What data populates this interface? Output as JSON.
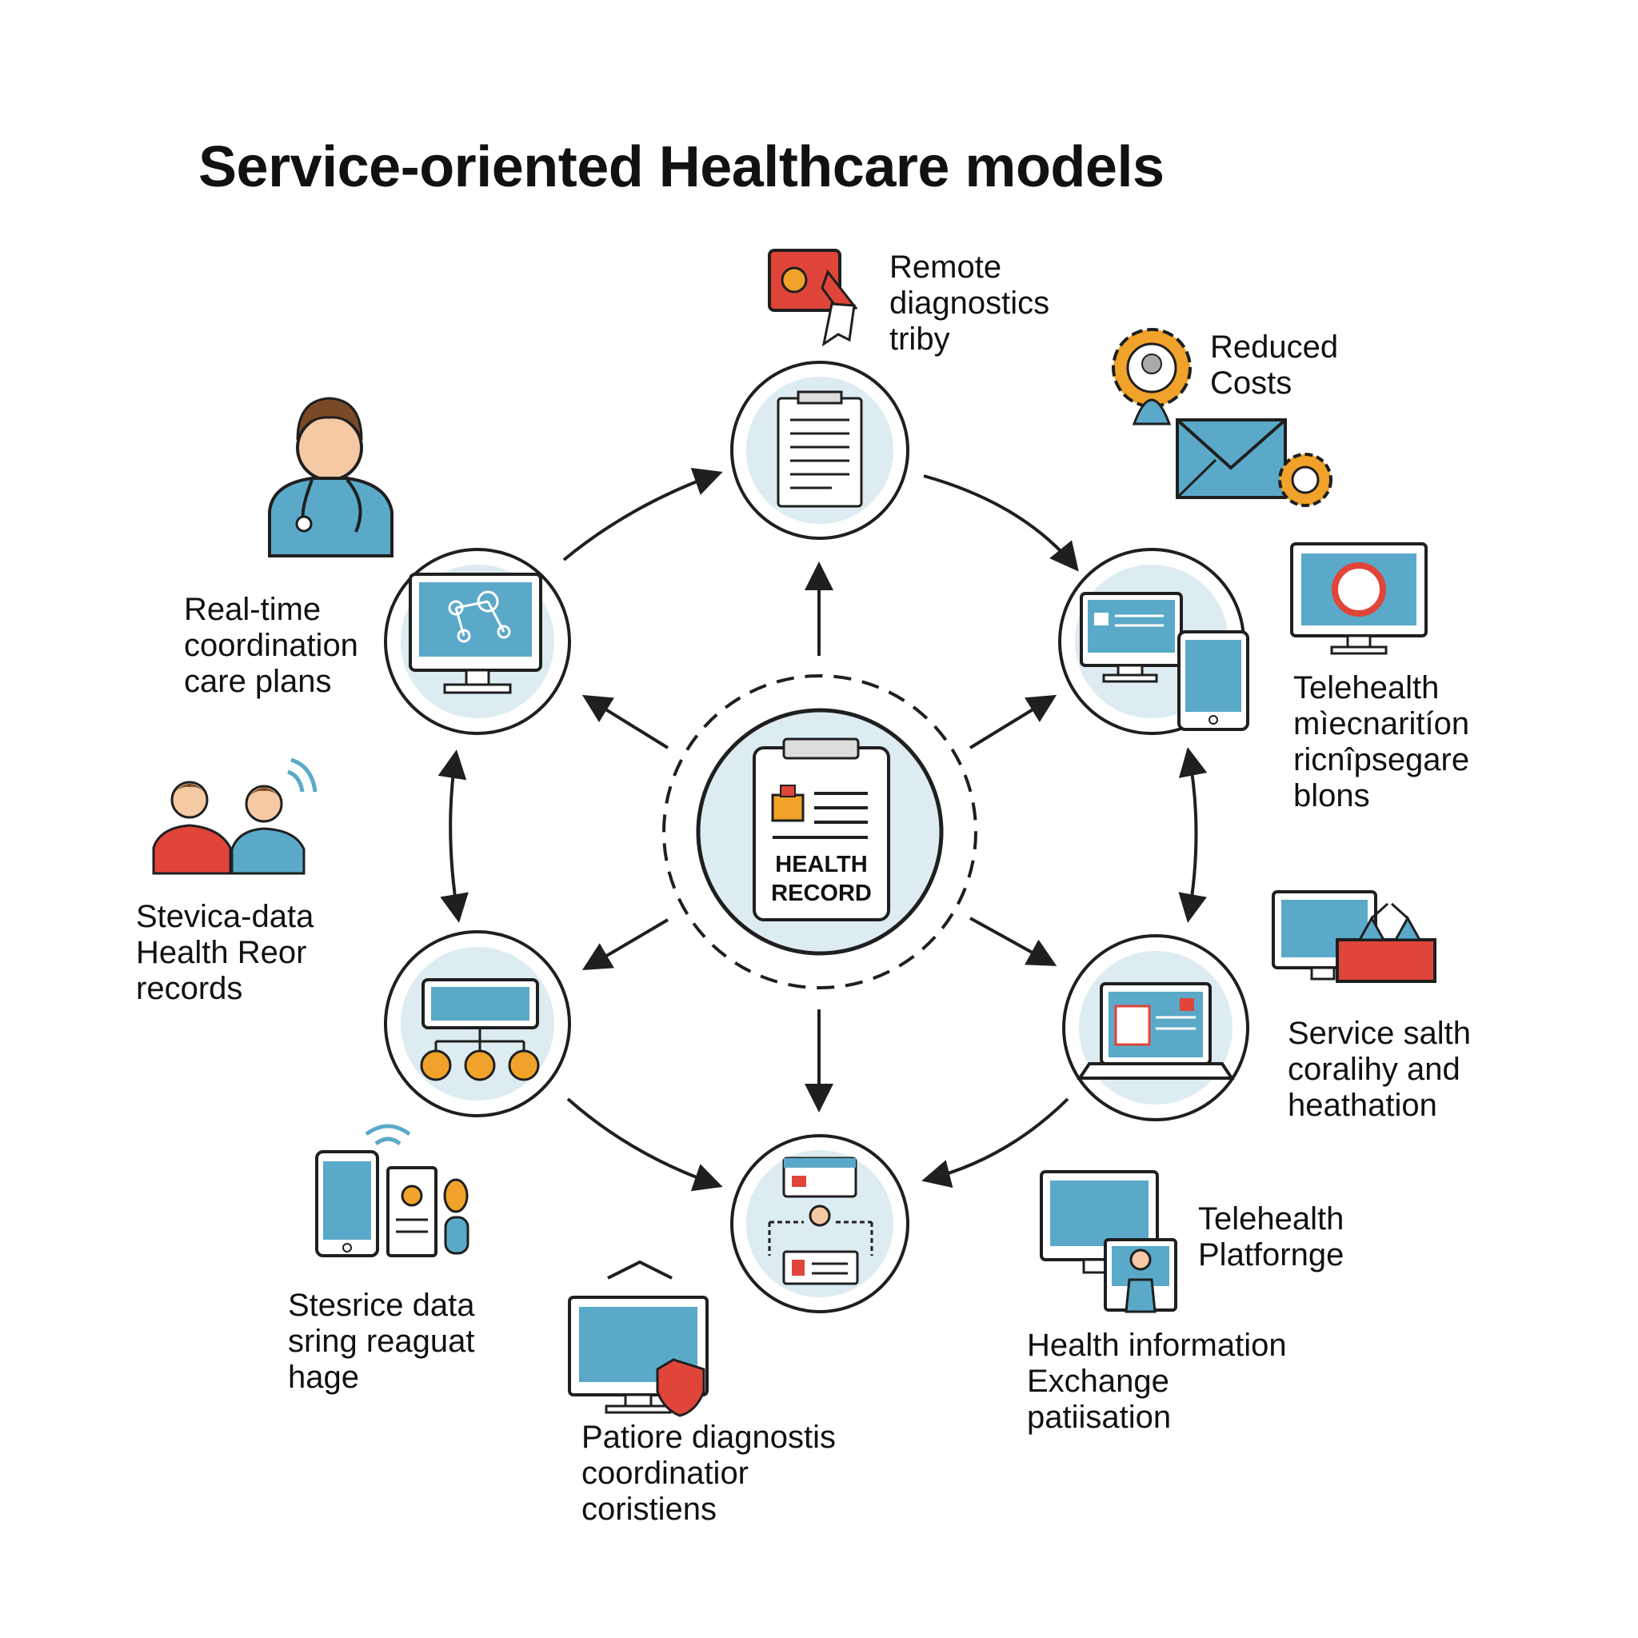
{
  "title": "Service-oriented Healthcare models",
  "center": {
    "line1": "HEALTH",
    "line2": "RECORD"
  },
  "labels": {
    "remote_diagnostics": [
      "Remote",
      "diagnostics",
      "triby"
    ],
    "reduced_costs": [
      "Reduced",
      "Costs"
    ],
    "realtime_coordination": [
      "Real-time",
      "coordination",
      "care plans"
    ],
    "telehealth_mechanism": [
      "Telehealth",
      "mìecnaritíon",
      "ricnîpsegare",
      "blons"
    ],
    "service_data_records": [
      "Stevica-data",
      "Health Reor",
      "records"
    ],
    "service_quality": [
      "Service salth",
      "coralihy and",
      "heathation"
    ],
    "service_data_sharing": [
      "Stesrice data",
      "sring reaguat",
      "hage"
    ],
    "telehealth_platform": [
      "Telehealth",
      "Platfornge"
    ],
    "health_information_exchange": [
      "Health information",
      "Exchange",
      "patiisation"
    ],
    "patient_diagnostics": [
      "Patiore diagnostis",
      "coordinatior",
      "coristiens"
    ]
  },
  "colors": {
    "outline": "#1f1f1f",
    "teal": "#5aa9c9",
    "teal_light": "#dcecf1",
    "red": "#e0453a",
    "orange": "#f0a22a",
    "skin": "#f5c9a3",
    "hair": "#7a4a26"
  }
}
